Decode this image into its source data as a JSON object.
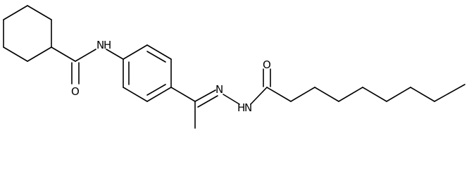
{
  "structure": {
    "atom_labels": {
      "amide_nitrogen": "N",
      "amide_hydrogen": "H",
      "amide_oxygen": "O",
      "imine_nitrogen": "N",
      "hydrazide_nitrogen": "N",
      "hydrazide_hydrogen": "H",
      "acyl_oxygen": "O"
    },
    "colors": {
      "bond": "#000000",
      "label": "#000000",
      "background": "#ffffff"
    }
  }
}
